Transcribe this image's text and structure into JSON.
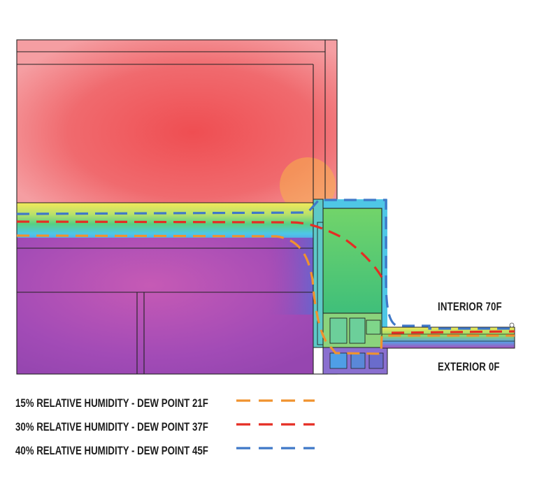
{
  "labels": {
    "interior": "INTERIOR 70F",
    "exterior": "EXTERIOR 0F"
  },
  "legend": [
    {
      "label": "15% RELATIVE HUMIDITY - DEW POINT 21F",
      "color": "#f0922e"
    },
    {
      "label": "30% RELATIVE HUMIDITY - DEW POINT 37F",
      "color": "#e52d24"
    },
    {
      "label": "40% RELATIVE HUMIDITY - DEW POINT 45F",
      "color": "#3f78c8"
    }
  ],
  "gradient_colors": {
    "warm": "#f0585a",
    "light_warm": "#f7a6a8",
    "yellow": "#f5ee5a",
    "green": "#5ccf6e",
    "cyan": "#4ec9e8",
    "blue": "#5a8fe0",
    "purple": "#9b4cb8",
    "magenta": "#c357b5"
  }
}
